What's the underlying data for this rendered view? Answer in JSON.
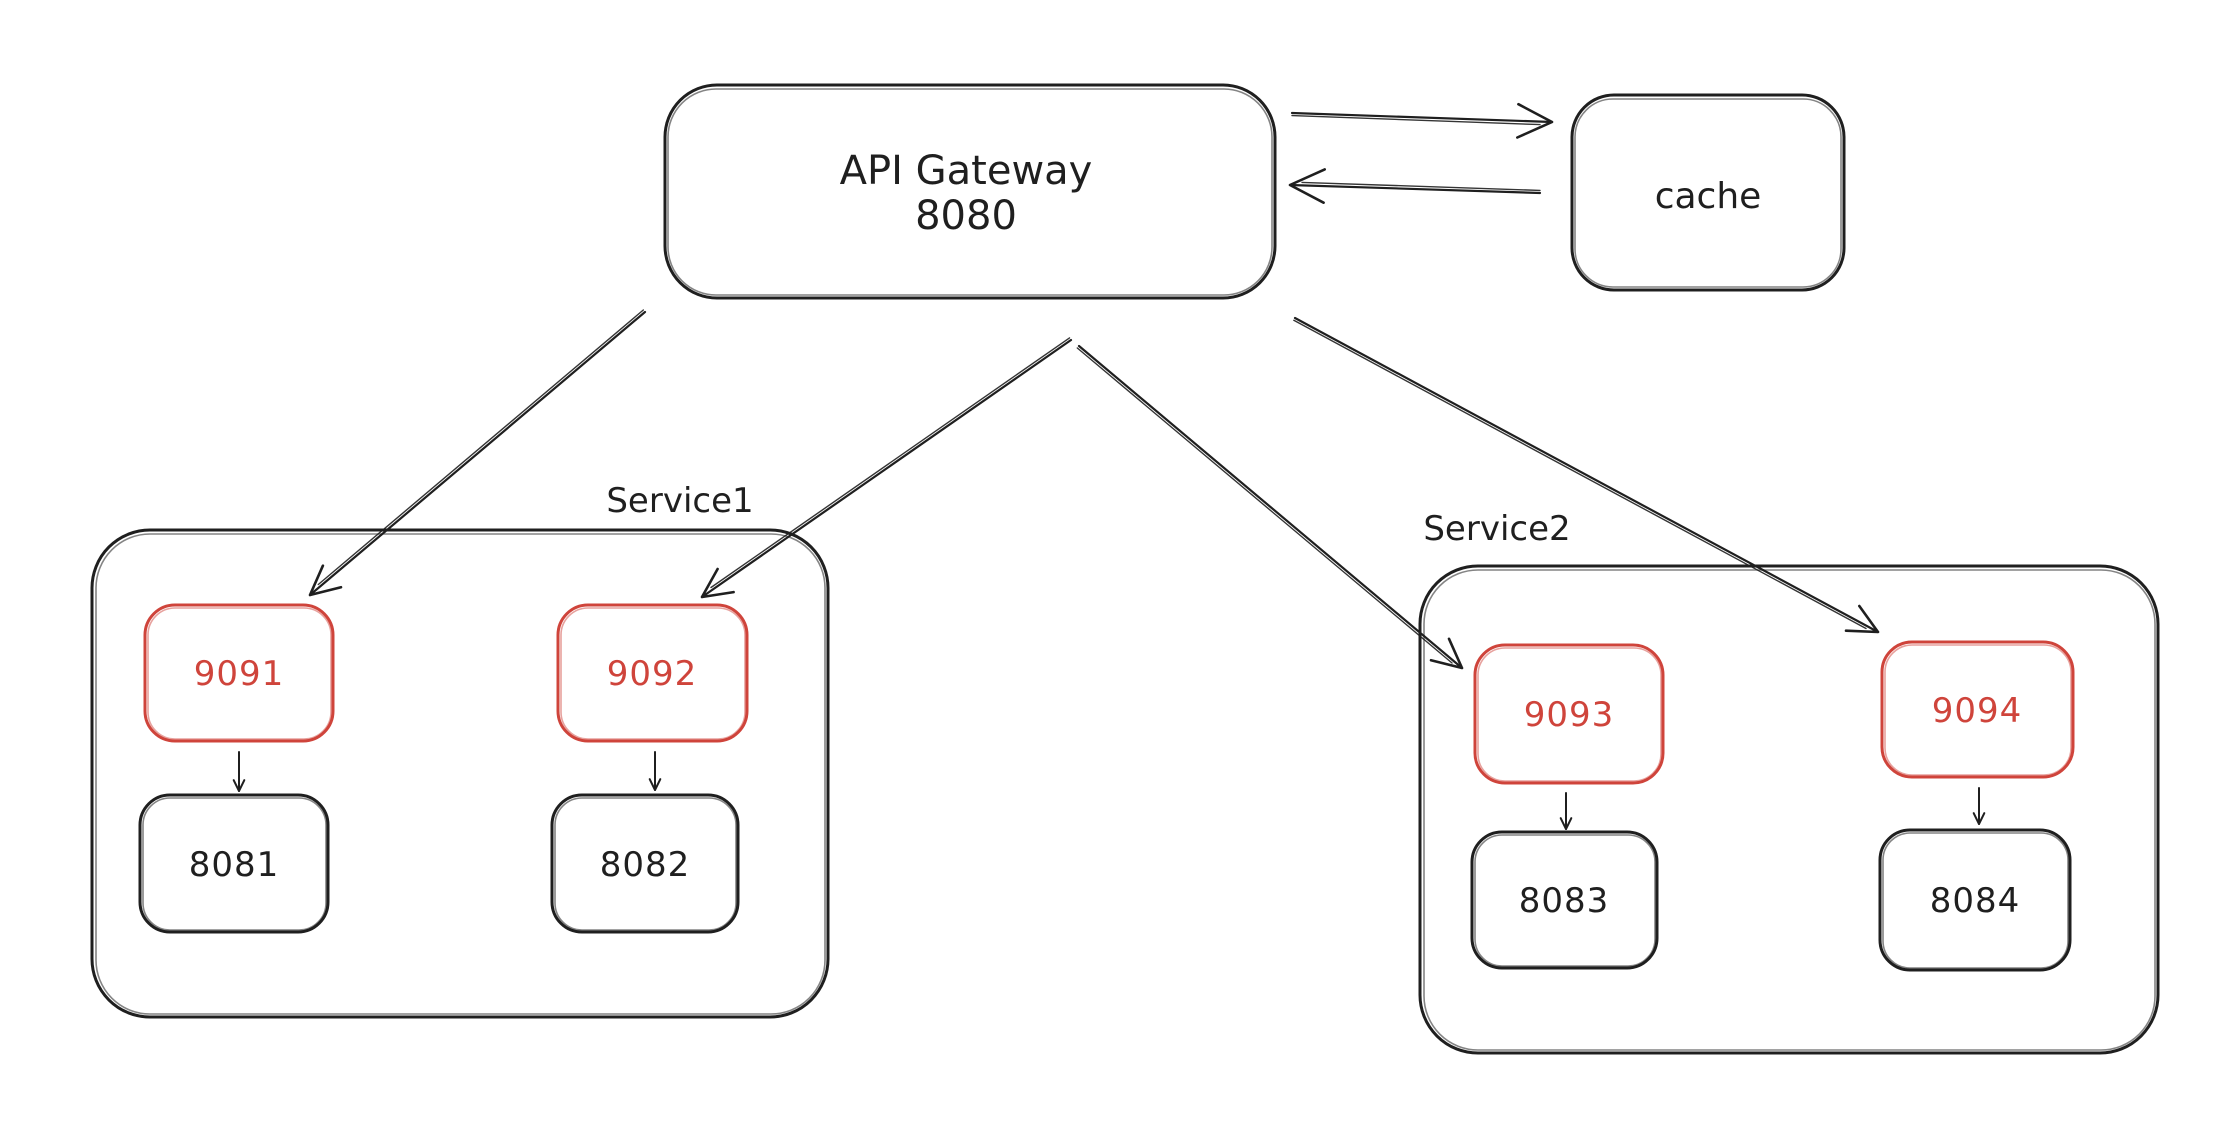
{
  "diagram": {
    "colors": {
      "ink": "#1f1f1f",
      "red": "#cf443b",
      "background": "#ffffff"
    },
    "gateway": {
      "name": "API Gateway",
      "port": "8080"
    },
    "cache": {
      "name": "cache"
    },
    "services": [
      {
        "name": "Service1",
        "instances": [
          {
            "port": "9091",
            "target": "8081"
          },
          {
            "port": "9092",
            "target": "8082"
          }
        ]
      },
      {
        "name": "Service2",
        "instances": [
          {
            "port": "9093",
            "target": "8083"
          },
          {
            "port": "9094",
            "target": "8084"
          }
        ]
      }
    ],
    "connections": [
      {
        "from": "API Gateway",
        "to": "cache"
      },
      {
        "from": "cache",
        "to": "API Gateway"
      },
      {
        "from": "API Gateway",
        "to": "9091"
      },
      {
        "from": "API Gateway",
        "to": "9092"
      },
      {
        "from": "API Gateway",
        "to": "9093"
      },
      {
        "from": "API Gateway",
        "to": "9094"
      },
      {
        "from": "9091",
        "to": "8081"
      },
      {
        "from": "9092",
        "to": "8082"
      },
      {
        "from": "9093",
        "to": "8083"
      },
      {
        "from": "9094",
        "to": "8084"
      }
    ]
  }
}
